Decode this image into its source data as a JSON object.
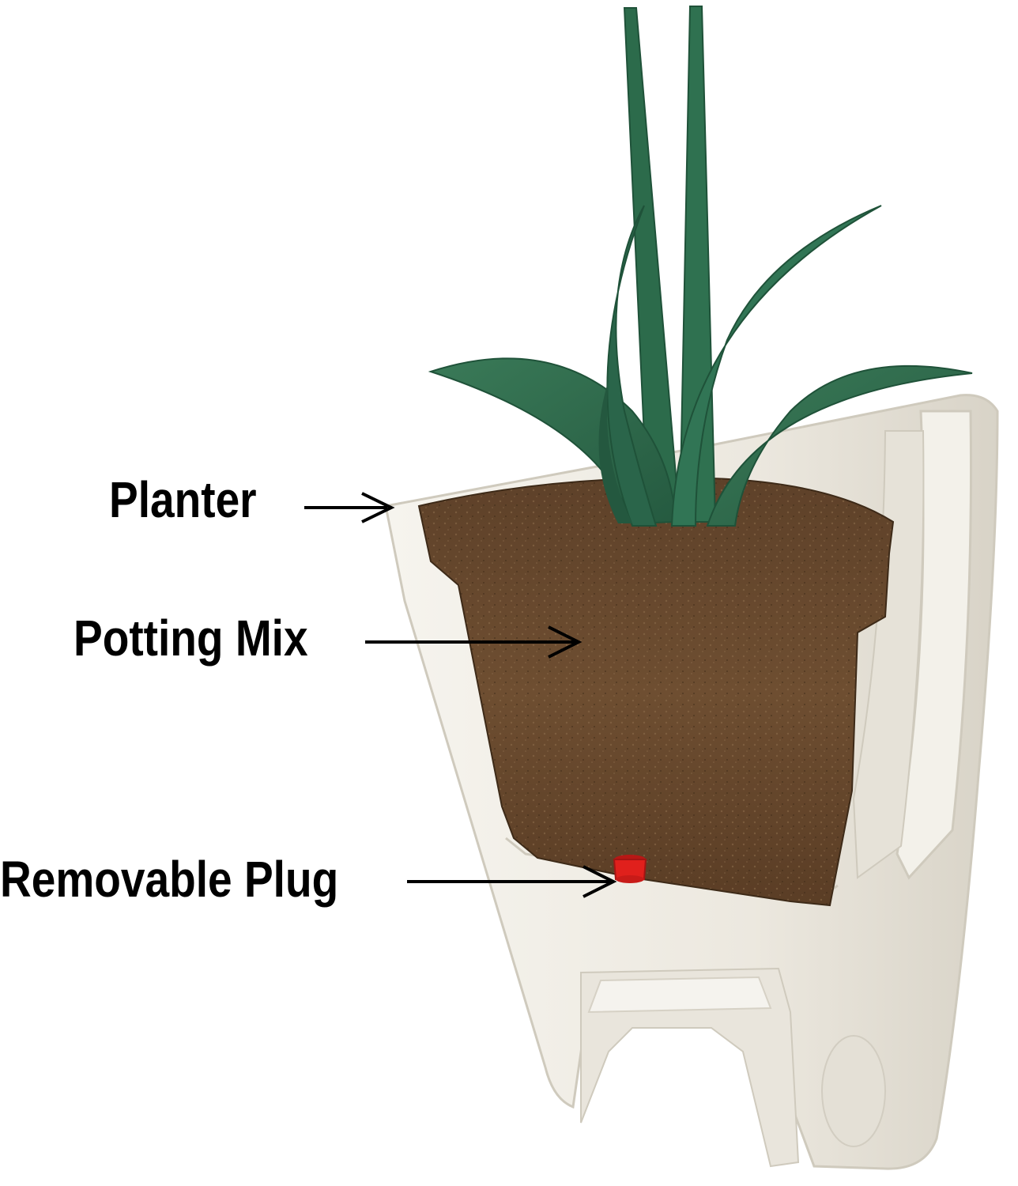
{
  "labels": {
    "planter": "Planter",
    "potting_mix": "Potting Mix",
    "removable_plug": "Removable Plug"
  },
  "colors": {
    "background": "#ffffff",
    "planter_body": "#efece4",
    "planter_shadow": "#d9d5ca",
    "soil": "#6b4a2e",
    "soil_dark": "#4f3520",
    "leaves": "#2f6b4c",
    "leaves_dark": "#1f5239",
    "plug": "#e0201c",
    "text": "#000000"
  }
}
